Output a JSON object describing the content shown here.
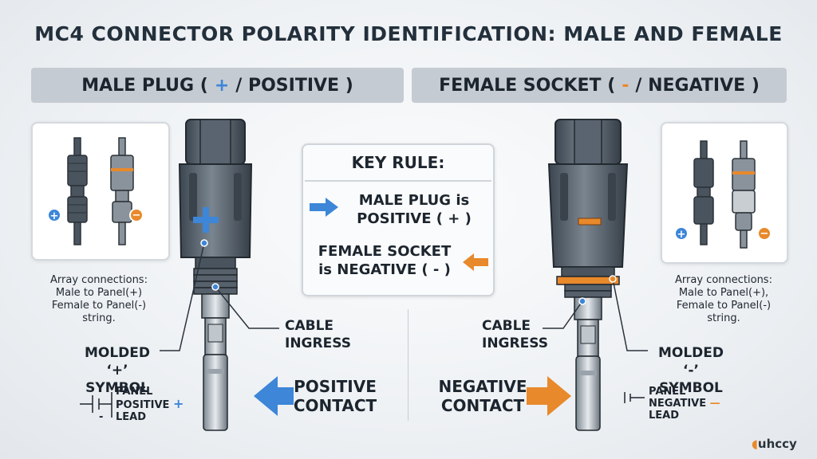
{
  "title": "MC4 CONNECTOR POLARITY IDENTIFICATION: MALE AND FEMALE",
  "male_banner": {
    "prefix": "MALE PLUG (",
    "symbol": "+",
    "suffix": "/ POSITIVE )"
  },
  "female_banner": {
    "prefix": "FEMALE SOCKET (",
    "symbol": "-",
    "suffix": "/ NEGATIVE )"
  },
  "left_caption": [
    "Array connections:",
    "Male to Panel(+)",
    "Female to Panel(-)",
    "string."
  ],
  "right_caption": [
    "Array connections:",
    "Male to Panel(+),",
    "Female to Panel(-)",
    "string."
  ],
  "key_rule": {
    "title": "KEY RULE:",
    "male_rule": [
      "MALE PLUG is",
      "POSITIVE ( + )"
    ],
    "female_rule": [
      "FEMALE SOCKET",
      "is NEGATIVE ( - )"
    ]
  },
  "male_labels": {
    "cable_ingress": [
      "CABLE",
      "INGRESS"
    ],
    "molded_symbol": [
      "MOLDED ‘+’",
      "SYMBOL"
    ],
    "contact": [
      "POSITIVE",
      "CONTACT"
    ],
    "lead": [
      "PANEL",
      "POSITIVE",
      "LEAD"
    ],
    "lead_sign": "+",
    "lead_minus_mark": "-"
  },
  "female_labels": {
    "cable_ingress": [
      "CABLE",
      "INGRESS"
    ],
    "molded_symbol": [
      "MOLDED ‘-’",
      "SYMBOL"
    ],
    "contact": [
      "NEGATIVE",
      "CONTACT"
    ],
    "lead": [
      "PANEL",
      "NEGATIVE",
      "LEAD"
    ],
    "lead_sign": "—"
  },
  "logo": "uhccy",
  "colors": {
    "positive": "#3d86d8",
    "negative": "#e8892b",
    "body": "#5d6873",
    "banner": "#c5cbd2"
  }
}
